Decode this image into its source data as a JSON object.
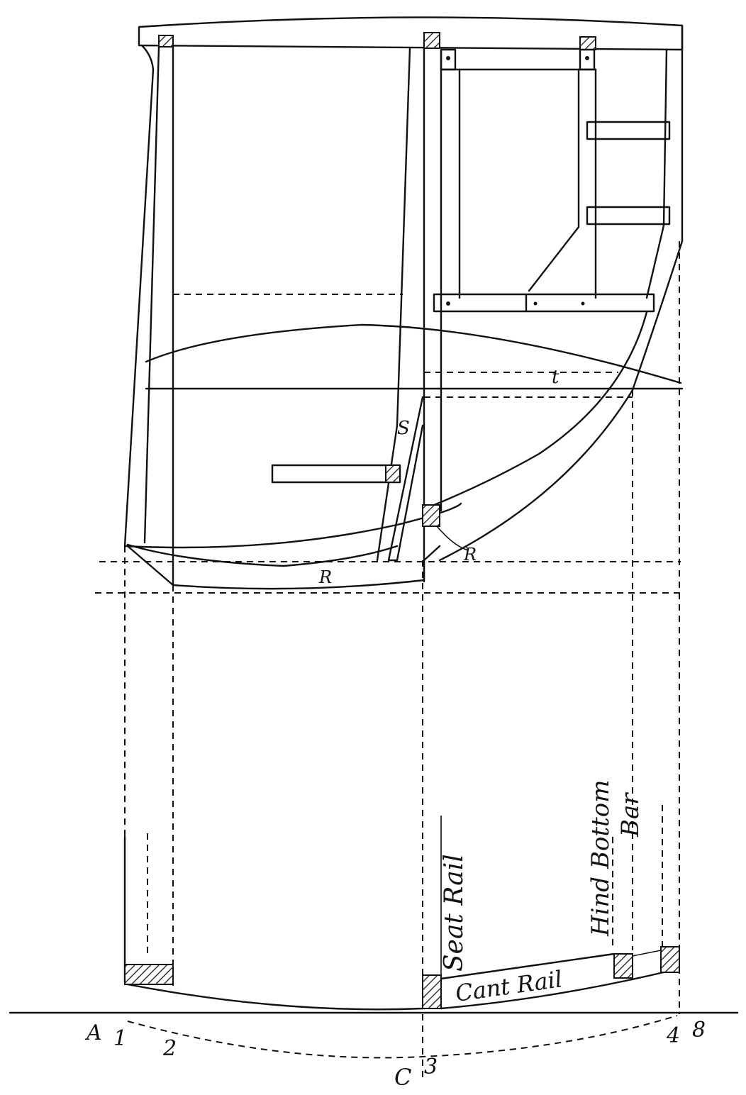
{
  "figure": {
    "type": "technical line drawing",
    "subject": "carriage body side elevation and plan (draft)",
    "colors": {
      "ink": "#111111",
      "paper": "#ffffff"
    }
  },
  "labels": {
    "S": "S",
    "t": "t",
    "R": "R",
    "R2": "R",
    "seat_rail": "Seat Rail",
    "hind_bottom": "Hind Bottom",
    "bar": "Bar",
    "cant_rail": "Cant Rail"
  },
  "points": {
    "A": "A",
    "p1": "1",
    "p2": "2",
    "C": "C",
    "p3": "3",
    "p4": "4",
    "B": "8"
  }
}
